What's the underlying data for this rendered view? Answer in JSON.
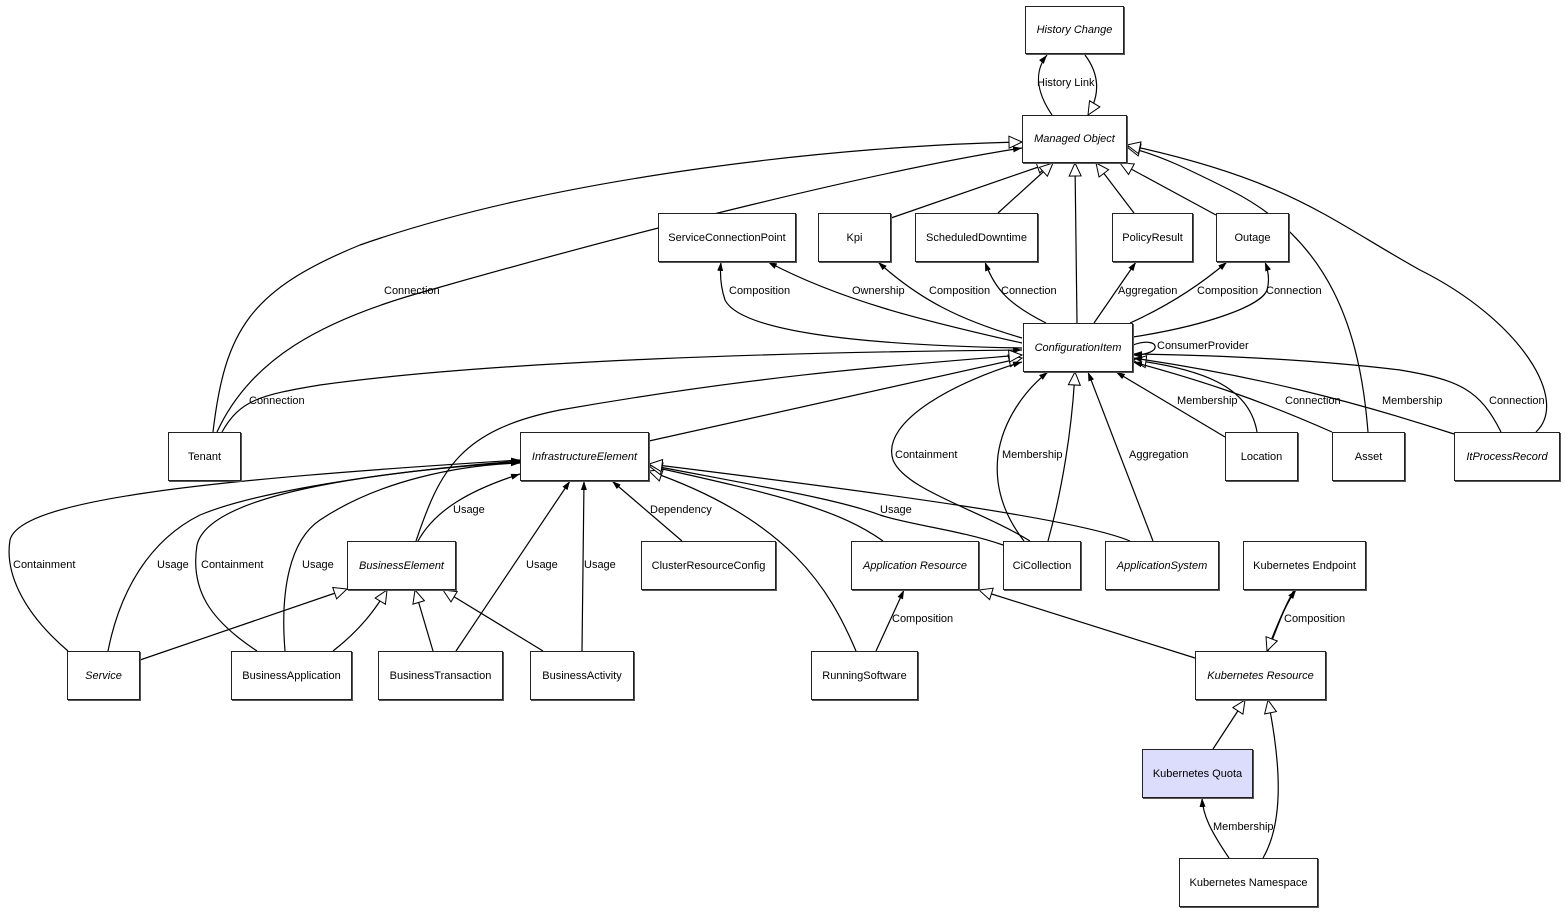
{
  "diagram": {
    "type": "uml-class-relationship",
    "selected_node": "Kubernetes Quota",
    "colors": {
      "selected_fill": "#dcdcfc",
      "node_fill": "#ffffff",
      "stroke": "#000000"
    },
    "nodes": [
      {
        "id": "historychange",
        "label": "History Change",
        "abstract": true
      },
      {
        "id": "managedobject",
        "label": "Managed Object",
        "abstract": true
      },
      {
        "id": "scp",
        "label": "ServiceConnectionPoint",
        "abstract": false
      },
      {
        "id": "kpi",
        "label": "Kpi",
        "abstract": false
      },
      {
        "id": "scheduleddowntime",
        "label": "ScheduledDowntime",
        "abstract": false
      },
      {
        "id": "policyresult",
        "label": "PolicyResult",
        "abstract": false
      },
      {
        "id": "outage",
        "label": "Outage",
        "abstract": false
      },
      {
        "id": "ci",
        "label": "ConfigurationItem",
        "abstract": true
      },
      {
        "id": "tenant",
        "label": "Tenant",
        "abstract": false
      },
      {
        "id": "infra",
        "label": "InfrastructureElement",
        "abstract": true
      },
      {
        "id": "location",
        "label": "Location",
        "abstract": false
      },
      {
        "id": "asset",
        "label": "Asset",
        "abstract": false
      },
      {
        "id": "itprocess",
        "label": "ItProcessRecord",
        "abstract": true
      },
      {
        "id": "businesselement",
        "label": "BusinessElement",
        "abstract": true
      },
      {
        "id": "clusterresourceconfig",
        "label": "ClusterResourceConfig",
        "abstract": false
      },
      {
        "id": "appresource",
        "label": "Application Resource",
        "abstract": true
      },
      {
        "id": "cicollection",
        "label": "CiCollection",
        "abstract": false
      },
      {
        "id": "appsystem",
        "label": "ApplicationSystem",
        "abstract": true
      },
      {
        "id": "k8sendpoint",
        "label": "Kubernetes Endpoint",
        "abstract": false
      },
      {
        "id": "service",
        "label": "Service",
        "abstract": true
      },
      {
        "id": "businessapp",
        "label": "BusinessApplication",
        "abstract": false
      },
      {
        "id": "businesstx",
        "label": "BusinessTransaction",
        "abstract": false
      },
      {
        "id": "businessactivity",
        "label": "BusinessActivity",
        "abstract": false
      },
      {
        "id": "runningsoftware",
        "label": "RunningSoftware",
        "abstract": false
      },
      {
        "id": "k8sresource",
        "label": "Kubernetes Resource",
        "abstract": true
      },
      {
        "id": "k8squota",
        "label": "Kubernetes Quota",
        "abstract": false,
        "selected": true
      },
      {
        "id": "k8snamespace",
        "label": "Kubernetes Namespace",
        "abstract": false
      }
    ],
    "edges": [
      {
        "from": "managedobject",
        "to": "historychange",
        "label": "History Link",
        "kind": "association"
      },
      {
        "from": "historychange",
        "to": "managedobject",
        "label": "",
        "kind": "inheritance"
      },
      {
        "from": "tenant",
        "to": "managedobject",
        "label": "",
        "kind": "inheritance"
      },
      {
        "from": "tenant",
        "to": "managedobject",
        "label": "Connection",
        "kind": "association"
      },
      {
        "from": "kpi",
        "to": "managedobject",
        "label": "",
        "kind": "inheritance"
      },
      {
        "from": "scheduleddowntime",
        "to": "managedobject",
        "label": "",
        "kind": "inheritance"
      },
      {
        "from": "ci",
        "to": "managedobject",
        "label": "",
        "kind": "inheritance"
      },
      {
        "from": "policyresult",
        "to": "managedobject",
        "label": "",
        "kind": "inheritance"
      },
      {
        "from": "outage",
        "to": "managedobject",
        "label": "",
        "kind": "inheritance"
      },
      {
        "from": "asset",
        "to": "managedobject",
        "label": "",
        "kind": "inheritance"
      },
      {
        "from": "itprocess",
        "to": "managedobject",
        "label": "",
        "kind": "inheritance"
      },
      {
        "from": "ci",
        "to": "scp",
        "label": "Composition",
        "kind": "association"
      },
      {
        "from": "ci",
        "to": "scp",
        "label": "Ownership",
        "kind": "association"
      },
      {
        "from": "ci",
        "to": "kpi",
        "label": "Composition",
        "kind": "association"
      },
      {
        "from": "ci",
        "to": "scheduleddowntime",
        "label": "Connection",
        "kind": "association"
      },
      {
        "from": "ci",
        "to": "policyresult",
        "label": "Aggregation",
        "kind": "association"
      },
      {
        "from": "ci",
        "to": "outage",
        "label": "Composition",
        "kind": "association"
      },
      {
        "from": "ci",
        "to": "outage",
        "label": "Connection",
        "kind": "association"
      },
      {
        "from": "ci",
        "to": "ci",
        "label": "ConsumerProvider",
        "kind": "association"
      },
      {
        "from": "tenant",
        "to": "ci",
        "label": "Connection",
        "kind": "association"
      },
      {
        "from": "infra",
        "to": "ci",
        "label": "",
        "kind": "inheritance"
      },
      {
        "from": "businesselement",
        "to": "ci",
        "label": "",
        "kind": "inheritance"
      },
      {
        "from": "cicollection",
        "to": "ci",
        "label": "Containment",
        "kind": "association"
      },
      {
        "from": "cicollection",
        "to": "ci",
        "label": "Membership",
        "kind": "association"
      },
      {
        "from": "cicollection",
        "to": "ci",
        "label": "",
        "kind": "inheritance"
      },
      {
        "from": "appsystem",
        "to": "ci",
        "label": "Aggregation",
        "kind": "association"
      },
      {
        "from": "location",
        "to": "ci",
        "label": "Membership",
        "kind": "association"
      },
      {
        "from": "location",
        "to": "ci",
        "label": "",
        "kind": "inheritance"
      },
      {
        "from": "asset",
        "to": "ci",
        "label": "Connection",
        "kind": "association"
      },
      {
        "from": "itprocess",
        "to": "ci",
        "label": "Membership",
        "kind": "association"
      },
      {
        "from": "itprocess",
        "to": "ci",
        "label": "Connection",
        "kind": "association"
      },
      {
        "from": "service",
        "to": "infra",
        "label": "Containment",
        "kind": "association"
      },
      {
        "from": "service",
        "to": "infra",
        "label": "Usage",
        "kind": "association"
      },
      {
        "from": "businessapp",
        "to": "infra",
        "label": "Containment",
        "kind": "association"
      },
      {
        "from": "businessapp",
        "to": "infra",
        "label": "Usage",
        "kind": "association"
      },
      {
        "from": "businesselement",
        "to": "infra",
        "label": "Usage",
        "kind": "association"
      },
      {
        "from": "businesstx",
        "to": "infra",
        "label": "Usage",
        "kind": "association"
      },
      {
        "from": "businessactivity",
        "to": "infra",
        "label": "Usage",
        "kind": "association"
      },
      {
        "from": "clusterresourceconfig",
        "to": "infra",
        "label": "Dependency",
        "kind": "association"
      },
      {
        "from": "runningsoftware",
        "to": "infra",
        "label": "",
        "kind": "inheritance"
      },
      {
        "from": "appresource",
        "to": "infra",
        "label": "",
        "kind": "inheritance"
      },
      {
        "from": "cicollection",
        "to": "infra",
        "label": "Usage",
        "kind": "association"
      },
      {
        "from": "appsystem",
        "to": "infra",
        "label": "",
        "kind": "inheritance"
      },
      {
        "from": "service",
        "to": "businesselement",
        "label": "",
        "kind": "inheritance"
      },
      {
        "from": "businessapp",
        "to": "businesselement",
        "label": "",
        "kind": "inheritance"
      },
      {
        "from": "businesstx",
        "to": "businesselement",
        "label": "",
        "kind": "inheritance"
      },
      {
        "from": "businessactivity",
        "to": "businesselement",
        "label": "",
        "kind": "inheritance"
      },
      {
        "from": "runningsoftware",
        "to": "appresource",
        "label": "Composition",
        "kind": "association"
      },
      {
        "from": "k8sresource",
        "to": "appresource",
        "label": "",
        "kind": "inheritance"
      },
      {
        "from": "k8sresource",
        "to": "k8sendpoint",
        "label": "Composition",
        "kind": "association"
      },
      {
        "from": "k8sendpoint",
        "to": "k8sresource",
        "label": "",
        "kind": "inheritance"
      },
      {
        "from": "k8squota",
        "to": "k8sresource",
        "label": "",
        "kind": "inheritance"
      },
      {
        "from": "k8snamespace",
        "to": "k8sresource",
        "label": "",
        "kind": "inheritance"
      },
      {
        "from": "k8snamespace",
        "to": "k8squota",
        "label": "Membership",
        "kind": "association"
      }
    ]
  }
}
